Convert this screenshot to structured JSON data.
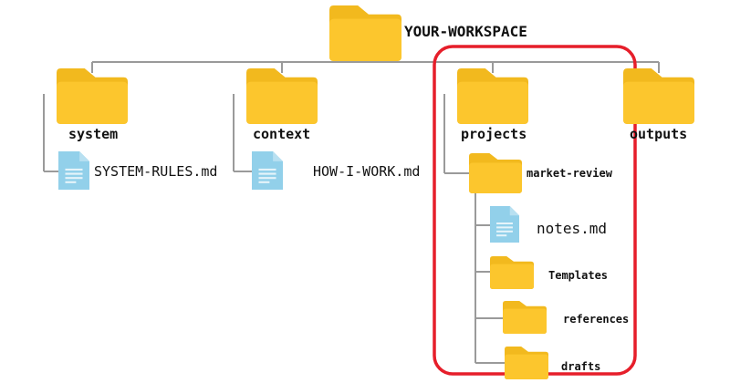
{
  "root": {
    "label": "YOUR-WORKSPACE"
  },
  "folders": {
    "system": "system",
    "context": "context",
    "projects": "projects",
    "outputs": "outputs",
    "market_review": "market-review",
    "templates": "Templates",
    "references": "references",
    "drafts": "drafts"
  },
  "files": {
    "system_rules": "SYSTEM-RULES.md",
    "how_i_work": "HOW-I-WORK.md",
    "notes": "notes.md"
  },
  "icons": {
    "folder": "folder-icon",
    "file": "document-icon"
  },
  "colors": {
    "folder": "#FCC62D",
    "folder_back": "#F2B91E",
    "file": "#92D0EA",
    "file_lines": "#E6F4FA",
    "connector": "#9A9A9A",
    "highlight": "#E61E2A"
  }
}
